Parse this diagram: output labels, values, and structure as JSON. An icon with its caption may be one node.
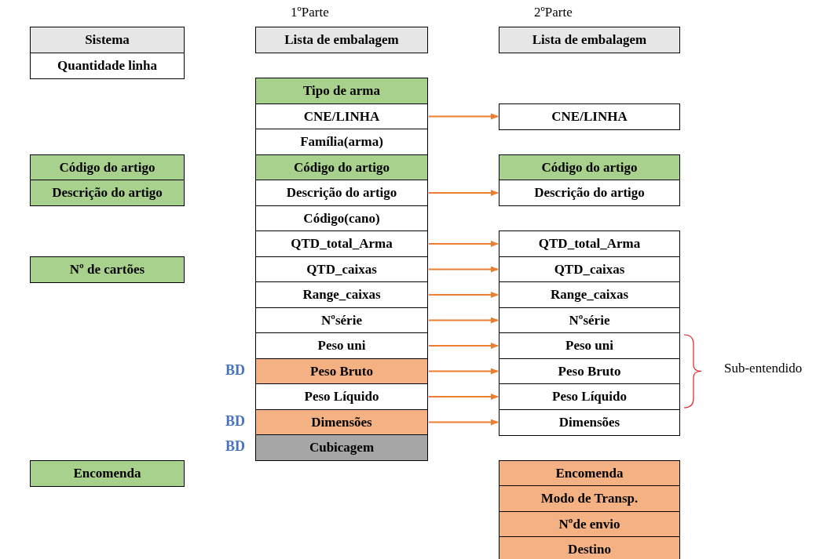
{
  "diagram": {
    "nodes": [
      {
        "text": [
          "Sistema"
        ]
      },
      {
        "text": [
          "Quantidade linha"
        ]
      },
      {
        "text": [
          "Lista de embalagem"
        ]
      },
      {
        "text": [
          "Lista de embalagem"
        ]
      },
      {
        "text": [
          "Tipo de arma"
        ]
      },
      {
        "text": [
          "CNE/LINHA"
        ]
      },
      {
        "text": [
          "CNE/LINHA"
        ]
      },
      {
        "text": [
          "Família(arma)"
        ]
      },
      {
        "text": [
          "Código do artigo"
        ]
      },
      {
        "text": [
          "Código do artigo"
        ]
      },
      {
        "text": [
          "Código do artigo"
        ]
      },
      {
        "text": [
          "Descrição do artigo"
        ]
      },
      {
        "text": [
          "Descrição do artigo"
        ]
      },
      {
        "text": [
          "Descrição do artigo"
        ]
      },
      {
        "text": [
          "Código(cano)"
        ]
      },
      {
        "text": [
          "QTD_total_Arma"
        ]
      },
      {
        "text": [
          "QTD_total_Arma"
        ]
      },
      {
        "text": [
          "Nº de cartões"
        ]
      },
      {
        "text": [
          "QTD_caixas"
        ]
      },
      {
        "text": [
          "QTD_caixas"
        ]
      },
      {
        "text": [
          "Range_caixas"
        ]
      },
      {
        "text": [
          "Range_caixas"
        ]
      },
      {
        "text": [
          "Nºsérie"
        ]
      },
      {
        "text": [
          "Nºsérie"
        ]
      },
      {
        "text": [
          "Peso uni"
        ]
      },
      {
        "text": [
          "Peso uni"
        ]
      },
      {
        "text": [
          "Peso Bruto"
        ],
        "beside": [
          "BD"
        ]
      },
      {
        "text": [
          "Peso Bruto"
        ]
      },
      {
        "text": [
          "Peso Líquido"
        ]
      },
      {
        "text": [
          "Peso Líquido"
        ]
      },
      {
        "text": [
          "Dimensões"
        ],
        "beside": [
          "BD"
        ]
      },
      {
        "text": [
          "Dimensões"
        ]
      },
      {
        "text": [
          "Cubicagem"
        ],
        "beside": [
          "BD"
        ]
      },
      {
        "text": [
          "Encomenda"
        ]
      },
      {
        "text": [
          "Encomenda"
        ]
      },
      {
        "text": [
          "Modo de Transp."
        ]
      },
      {
        "text": [
          "Nºde envio"
        ]
      },
      {
        "text": [
          "Destino"
        ]
      }
    ],
    "edges": [
      {
        "from": 5,
        "to": 6,
        "arrow": "to"
      },
      {
        "from": 12,
        "to": 13,
        "arrow": "to"
      },
      {
        "from": 15,
        "to": 16,
        "arrow": "to"
      },
      {
        "from": 18,
        "to": 19,
        "arrow": "to"
      },
      {
        "from": 20,
        "to": 21,
        "arrow": "to"
      },
      {
        "from": 22,
        "to": 23,
        "arrow": "to"
      },
      {
        "from": 24,
        "to": 25,
        "arrow": "to"
      },
      {
        "from": 26,
        "to": 27,
        "arrow": "to"
      },
      {
        "from": 28,
        "to": 29,
        "arrow": "to"
      },
      {
        "from": 30,
        "to": 31,
        "arrow": "to"
      }
    ],
    "labels": [
      "1ºParte",
      "2ºParte",
      "Sub-entendido"
    ]
  }
}
